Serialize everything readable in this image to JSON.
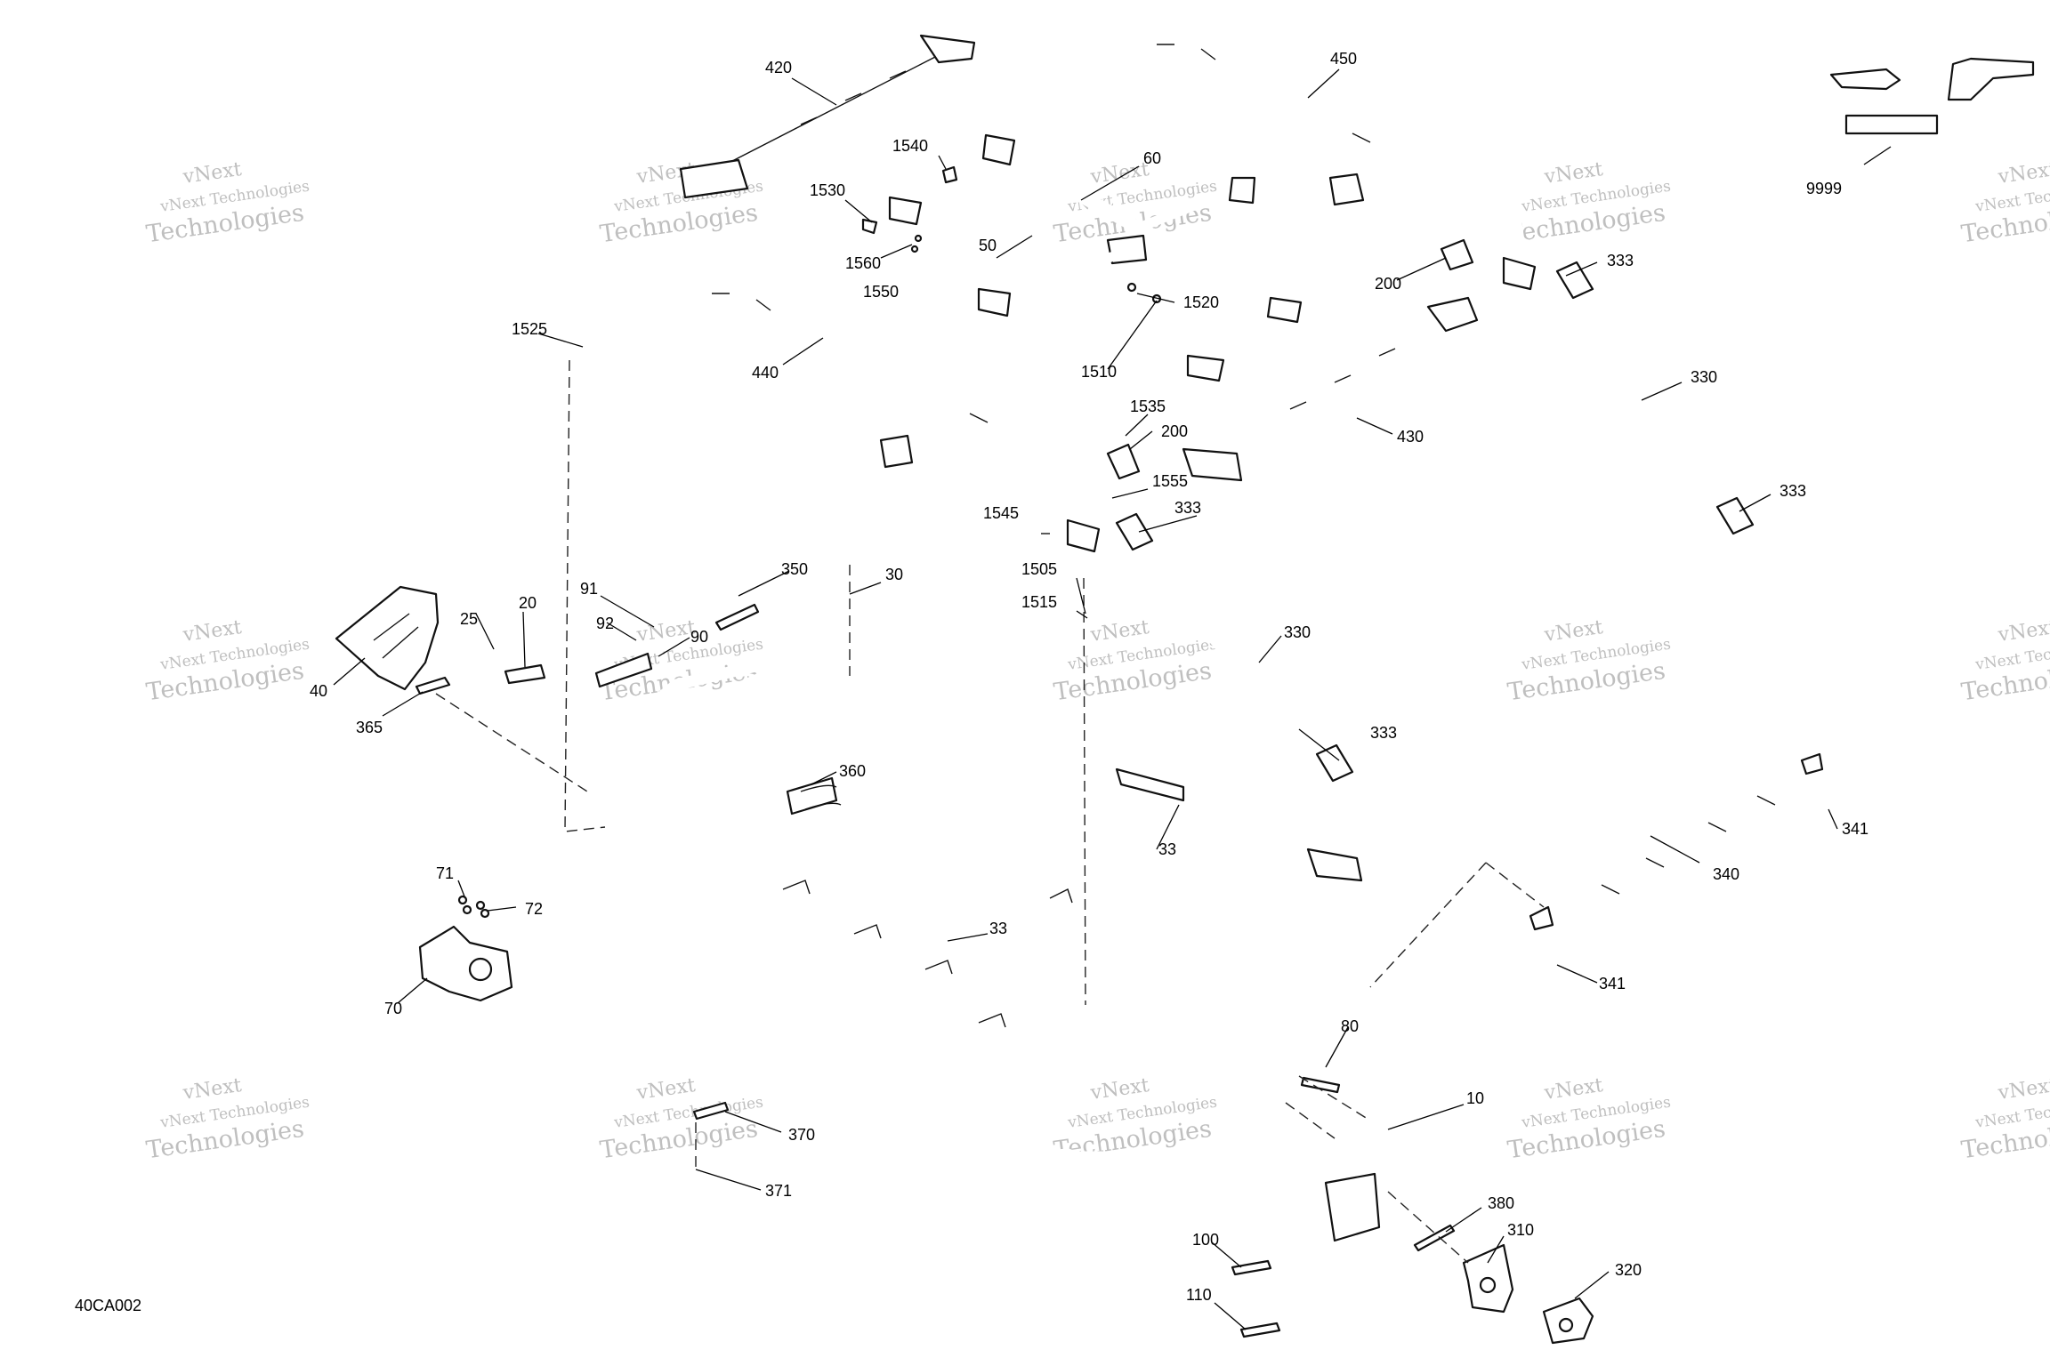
{
  "diagram": {
    "code": "40CA002",
    "watermark": {
      "line1": "vNext Technologies",
      "line2": "Technologies",
      "prefix": "vNext"
    },
    "callouts": [
      {
        "id": "420",
        "text": "420"
      },
      {
        "id": "450",
        "text": "450"
      },
      {
        "id": "9999",
        "text": "9999"
      },
      {
        "id": "1540",
        "text": "1540"
      },
      {
        "id": "60",
        "text": "60"
      },
      {
        "id": "1530",
        "text": "1530"
      },
      {
        "id": "1560",
        "text": "1560"
      },
      {
        "id": "1550",
        "text": "1550"
      },
      {
        "id": "50",
        "text": "50"
      },
      {
        "id": "1520",
        "text": "1520"
      },
      {
        "id": "1510",
        "text": "1510"
      },
      {
        "id": "200a",
        "text": "200"
      },
      {
        "id": "333a",
        "text": "333"
      },
      {
        "id": "1525",
        "text": "1525"
      },
      {
        "id": "440",
        "text": "440"
      },
      {
        "id": "330a",
        "text": "330"
      },
      {
        "id": "1535",
        "text": "1535"
      },
      {
        "id": "200b",
        "text": "200"
      },
      {
        "id": "430",
        "text": "430"
      },
      {
        "id": "1555",
        "text": "1555"
      },
      {
        "id": "333b",
        "text": "333"
      },
      {
        "id": "1545",
        "text": "1545"
      },
      {
        "id": "333c",
        "text": "333"
      },
      {
        "id": "1505",
        "text": "1505"
      },
      {
        "id": "1515",
        "text": "1515"
      },
      {
        "id": "350",
        "text": "350"
      },
      {
        "id": "30",
        "text": "30"
      },
      {
        "id": "91",
        "text": "91"
      },
      {
        "id": "92",
        "text": "92"
      },
      {
        "id": "90",
        "text": "90"
      },
      {
        "id": "25",
        "text": "25"
      },
      {
        "id": "20",
        "text": "20"
      },
      {
        "id": "40",
        "text": "40"
      },
      {
        "id": "365",
        "text": "365"
      },
      {
        "id": "330b",
        "text": "330"
      },
      {
        "id": "333d",
        "text": "333"
      },
      {
        "id": "360",
        "text": "360"
      },
      {
        "id": "33a",
        "text": "33"
      },
      {
        "id": "341a",
        "text": "341"
      },
      {
        "id": "340",
        "text": "340"
      },
      {
        "id": "71",
        "text": "71"
      },
      {
        "id": "72",
        "text": "72"
      },
      {
        "id": "33b",
        "text": "33"
      },
      {
        "id": "70",
        "text": "70"
      },
      {
        "id": "341b",
        "text": "341"
      },
      {
        "id": "80",
        "text": "80"
      },
      {
        "id": "10",
        "text": "10"
      },
      {
        "id": "370",
        "text": "370"
      },
      {
        "id": "371",
        "text": "371"
      },
      {
        "id": "380",
        "text": "380"
      },
      {
        "id": "310",
        "text": "310"
      },
      {
        "id": "100",
        "text": "100"
      },
      {
        "id": "320",
        "text": "320"
      },
      {
        "id": "110",
        "text": "110"
      }
    ]
  }
}
